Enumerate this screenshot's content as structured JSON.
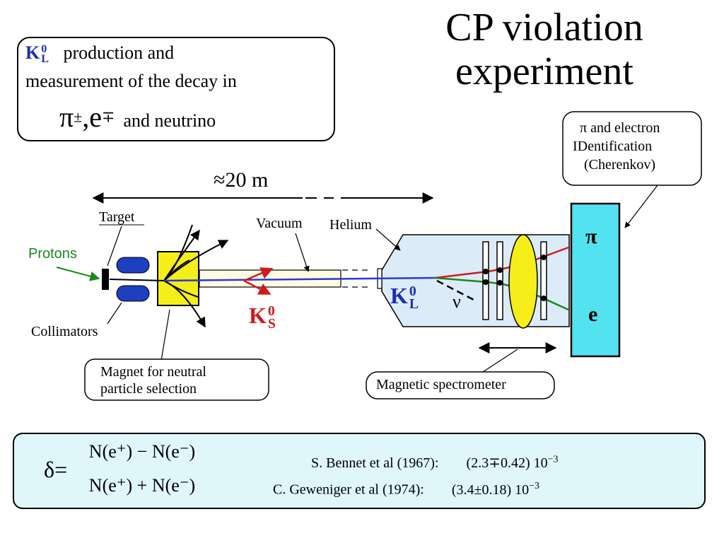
{
  "title": {
    "line1": "CP violation",
    "line2": "experiment"
  },
  "intro": {
    "particle_symbol": "K",
    "particle_superscript": "0",
    "particle_subscript": "L",
    "line1_text": "production  and",
    "line2_text": "measurement of the decay in",
    "decay_products": "π",
    "decay_pi_superscript": "±",
    "decay_sep": ",e",
    "decay_e_superscript": "∓",
    "line3_tail": "and  neutrino"
  },
  "diagram": {
    "distance_label": "≈20 m",
    "target_label": "Target",
    "protons_label": "Protons",
    "collimators_label": "Collimators",
    "vacuum_label": "Vacuum",
    "helium_label": "Helium",
    "magnet_label_line1": "Magnet for neutral",
    "magnet_label_line2": "particle selection",
    "ks_symbol": "K",
    "ks_superscript": "0",
    "ks_subscript": "S",
    "kl_symbol": "K",
    "kl_superscript": "0",
    "kl_subscript": "L",
    "neutrino_label": "ν",
    "pi_label": "π",
    "e_label": "e",
    "cherenkov_line1": "π and electron",
    "cherenkov_line2": "IDentification",
    "cherenkov_line3": "(Cherenkov)",
    "spectrometer_label": "Magnetic spectrometer"
  },
  "formula": {
    "delta": "δ=",
    "numerator": "N(e⁺) − N(e⁻)",
    "denominator": "N(e⁺) + N(e⁻)",
    "ref1_author": "S. Bennet et al (1967):",
    "ref1_value": "(2.3∓0.42) 10",
    "ref1_exp": "−3",
    "ref2_author": "C. Geweniger et al (1974):",
    "ref2_value": "(3.4±0.18) 10",
    "ref2_exp": "−3"
  },
  "colors": {
    "kl_blue": "#1c2fb3",
    "ks_red": "#d11a1a",
    "protons_green": "#1a8a1a",
    "magnet_yellow": "#f5ee1a",
    "detector_cyan": "#53e2f0",
    "helium_fill": "#dcebf8",
    "formula_fill": "#dff7fb"
  }
}
